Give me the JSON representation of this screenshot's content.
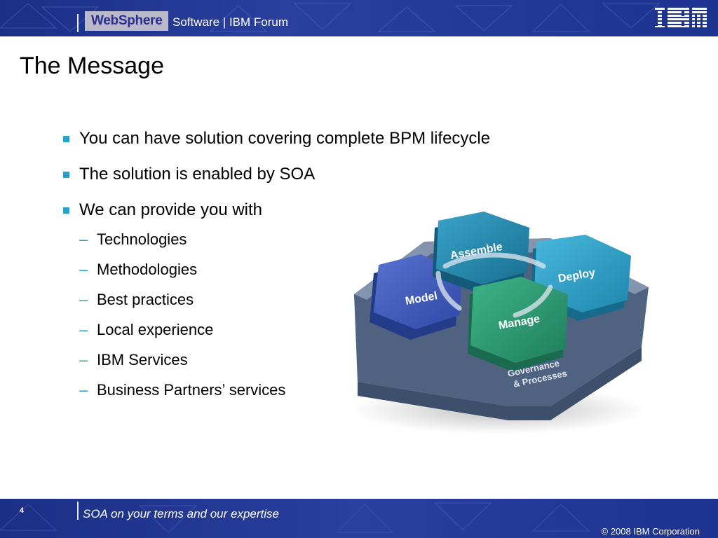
{
  "header": {
    "brand": "WebSphere",
    "subtitle": "Software | IBM Forum",
    "logo": "IBM"
  },
  "slide": {
    "title": "The Message",
    "bullets": [
      "You can have solution covering complete BPM lifecycle",
      "The solution is enabled by SOA",
      "We can provide you with"
    ],
    "subbullets": [
      "Technologies",
      "Methodologies",
      "Best practices",
      "Local experience",
      "IBM Services",
      "Business Partners’ services"
    ]
  },
  "diagram": {
    "assemble": "Assemble",
    "deploy": "Deploy",
    "model": "Model",
    "manage": "Manage",
    "governance_line1": "Governance",
    "governance_line2": "& Processes"
  },
  "footer": {
    "page_number": "4",
    "tagline": "SOA on your terms and our expertise",
    "copyright": "© 2008 IBM Corporation"
  },
  "colors": {
    "bar": "#1e3390",
    "bullet_accent": "#2a9fc7",
    "model_hex": "#3b55b5",
    "assemble_hex": "#1f86aa",
    "deploy_hex": "#2a9ac2",
    "manage_hex": "#2a9a70",
    "base": "#5a6f8c"
  }
}
